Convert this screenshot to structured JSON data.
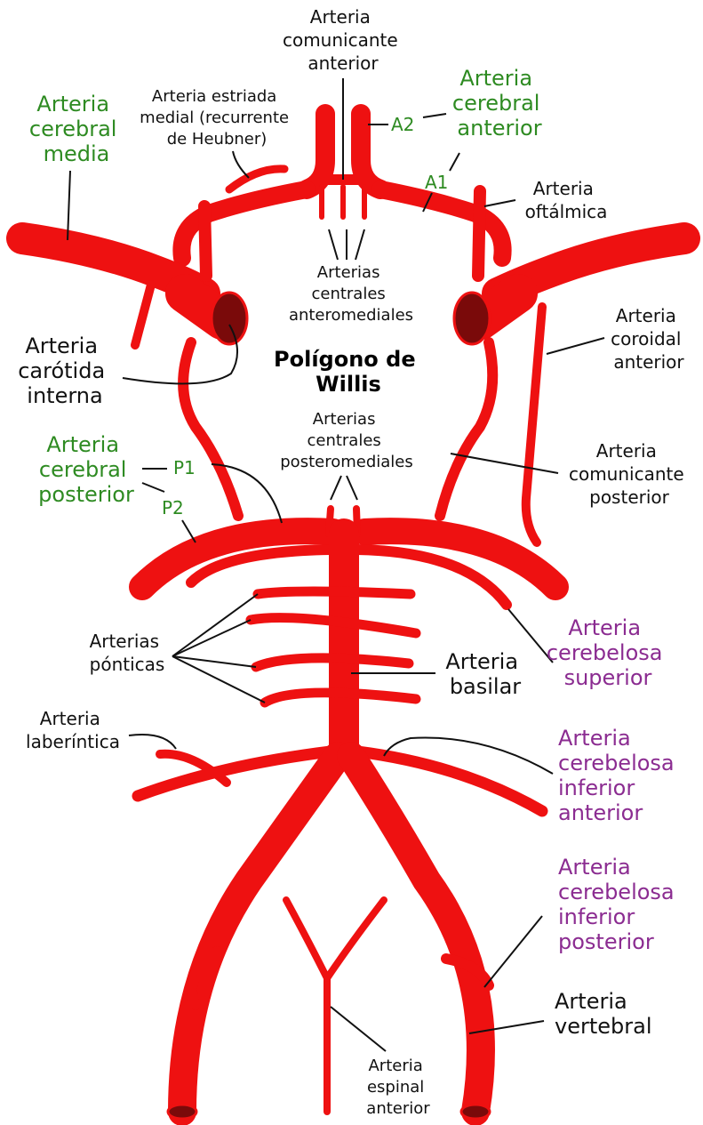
{
  "colors": {
    "vessel": "#ee1111",
    "lumen": "#7a0a0a",
    "label_black": "#111111",
    "label_green": "#2e8b22",
    "label_purple": "#8b2c91"
  },
  "title": {
    "line1": "Polígono de",
    "line2": "Willis"
  },
  "labels": {
    "comunicante_anterior": [
      "Arteria",
      "comunicante",
      "anterior"
    ],
    "cerebral_anterior": [
      "Arteria",
      "cerebral",
      "anterior"
    ],
    "cerebral_media": [
      "Arteria",
      "cerebral",
      "media"
    ],
    "estriada_medial": [
      "Arteria estriada",
      "medial (recurrente",
      "de Heubner)"
    ],
    "a2": "A2",
    "a1": "A1",
    "oftalmica": [
      "Arteria",
      "oftálmica"
    ],
    "centrales_anteromediales": [
      "Arterias",
      "centrales",
      "anteromediales"
    ],
    "carotida_interna": [
      "Arteria",
      "carótida",
      "interna"
    ],
    "coroidal_anterior": [
      "Arteria",
      "coroidal",
      "anterior"
    ],
    "cerebral_posterior": [
      "Arteria",
      "cerebral",
      "posterior"
    ],
    "p1": "P1",
    "p2": "P2",
    "centrales_posteromediales": [
      "Arterias",
      "centrales",
      "posteromediales"
    ],
    "comunicante_posterior": [
      "Arteria",
      "comunicante",
      "posterior"
    ],
    "ponticas": [
      "Arterias",
      "pónticas"
    ],
    "basilar": [
      "Arteria",
      "basilar"
    ],
    "cerebelosa_superior": [
      "Arteria",
      "cerebelosa",
      "superior"
    ],
    "laberintica": [
      "Arteria",
      "laberíntica"
    ],
    "cerebelosa_inferior_anterior": [
      "Arteria",
      "cerebelosa",
      "inferior",
      "anterior"
    ],
    "cerebelosa_inferior_posterior": [
      "Arteria",
      "cerebelosa",
      "inferior",
      "posterior"
    ],
    "vertebral": [
      "Arteria",
      "vertebral"
    ],
    "espinal_anterior": [
      "Arteria",
      "espinal",
      "anterior"
    ]
  }
}
